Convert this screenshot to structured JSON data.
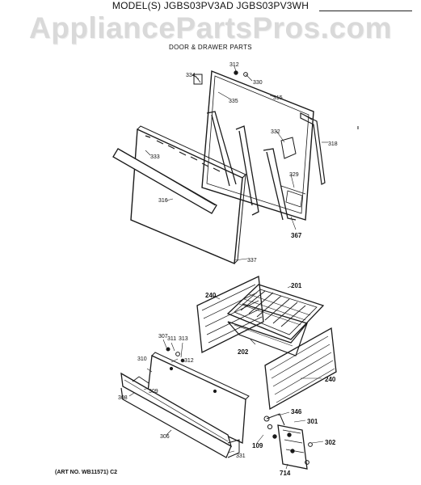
{
  "header": {
    "model": "MODEL(S) JGBS03PV3AD  JGBS03PV3WH",
    "watermark": "AppliancePartsPros.com",
    "section_title": "DOOR & DRAWER PARTS"
  },
  "callouts": {
    "p334": "334",
    "p312": "312",
    "p330": "330",
    "p335": "335",
    "p315": "315",
    "p332": "332",
    "p318": "318",
    "p333": "333",
    "p329": "329",
    "p316": "316",
    "p367": "367",
    "p337": "337",
    "p240a": "240",
    "p201": "201",
    "p202": "202",
    "p307": "307",
    "p311": "311",
    "p313": "313",
    "p310": "310",
    "p312b": "312",
    "p309": "309",
    "p308": "308",
    "p306": "306",
    "p240b": "240",
    "p346": "346",
    "p301": "301",
    "p302": "302",
    "p109": "109",
    "p331": "331",
    "p714": "714"
  },
  "footer": {
    "art_no": "(ART NO. WB11571) C2"
  }
}
